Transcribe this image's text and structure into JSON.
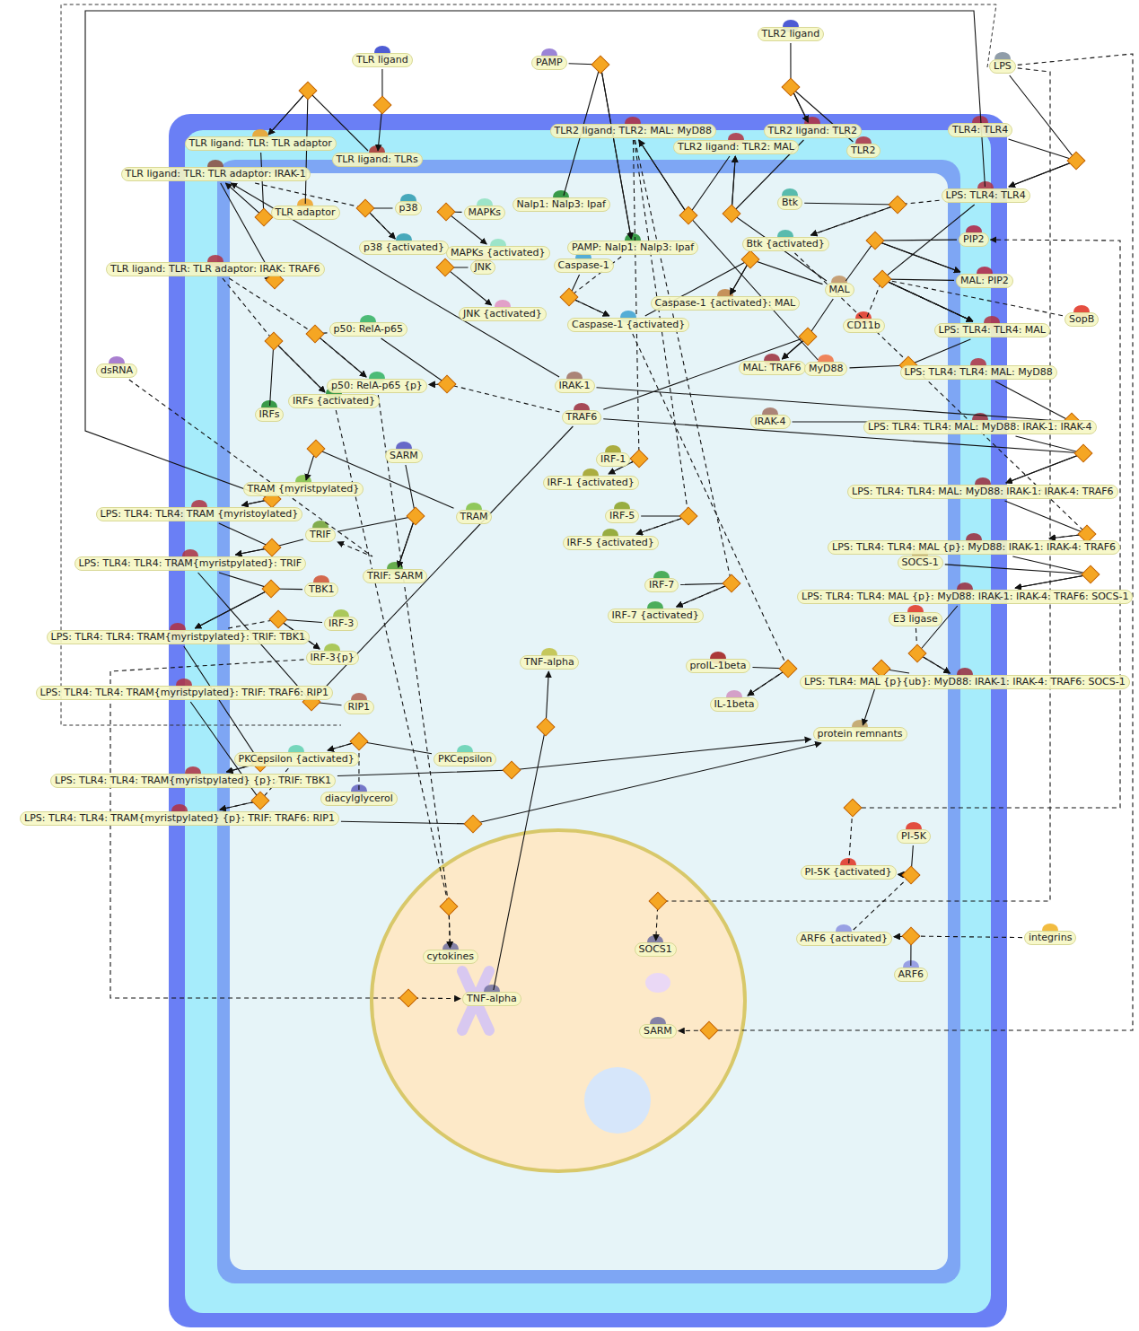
{
  "diagram": {
    "nodes": [
      {
        "text": [
          "TLR ligand"
        ]
      },
      {
        "text": [
          "PAMP"
        ]
      },
      {
        "text": [
          "TLR2 ligand"
        ]
      },
      {
        "text": [
          "LPS"
        ]
      },
      {
        "text": [
          "dsRNA"
        ]
      },
      {
        "text": [
          "integrins"
        ]
      },
      {
        "text": [
          "TLR ligand: TLR: TLR adaptor"
        ]
      },
      {
        "text": [
          "TLR ligand: TLRs"
        ]
      },
      {
        "text": [
          "TLR ligand: TLR: TLR adaptor: IRAK-1"
        ]
      },
      {
        "text": [
          "TLR adaptor"
        ]
      },
      {
        "text": [
          "p38"
        ]
      },
      {
        "text": [
          "MAPKs"
        ]
      },
      {
        "text": [
          "p38 {activated}"
        ]
      },
      {
        "text": [
          "MAPKs {activated}"
        ]
      },
      {
        "text": [
          "JNK"
        ]
      },
      {
        "text": [
          "JNK {activated}"
        ]
      },
      {
        "text": [
          "TLR ligand: TLR: TLR adaptor: IRAK: TRAF6"
        ]
      },
      {
        "text": [
          "Nalp1: Nalp3: Ipaf"
        ]
      },
      {
        "text": [
          "PAMP: Nalp1: Nalp3: Ipaf"
        ]
      },
      {
        "text": [
          "Caspase-1"
        ]
      },
      {
        "text": [
          "Caspase-1 {activated}"
        ]
      },
      {
        "text": [
          "Caspase-1 {activated}: MAL"
        ]
      },
      {
        "text": [
          "TLR2 ligand: TLR2: MAL: MyD88"
        ]
      },
      {
        "text": [
          "TLR2 ligand: TLR2: MAL"
        ]
      },
      {
        "text": [
          "TLR2 ligand: TLR2"
        ]
      },
      {
        "text": [
          "TLR2"
        ]
      },
      {
        "text": [
          "TLR4: TLR4"
        ]
      },
      {
        "text": [
          "LPS: TLR4: TLR4"
        ]
      },
      {
        "text": [
          "Btk"
        ]
      },
      {
        "text": [
          "Btk {activated}"
        ]
      },
      {
        "text": [
          "MAL"
        ]
      },
      {
        "text": [
          "PIP2"
        ]
      },
      {
        "text": [
          "MAL: PIP2"
        ]
      },
      {
        "text": [
          "SopB"
        ]
      },
      {
        "text": [
          "CD11b"
        ]
      },
      {
        "text": [
          "LPS: TLR4: TLR4: MAL"
        ]
      },
      {
        "text": [
          "MAL: TRAF6"
        ]
      },
      {
        "text": [
          "MyD88"
        ]
      },
      {
        "text": [
          "LPS: TLR4: TLR4: MAL: MyD88"
        ]
      },
      {
        "text": [
          "IRAK-1"
        ]
      },
      {
        "text": [
          "TRAF6"
        ]
      },
      {
        "text": [
          "IRAK-4"
        ]
      },
      {
        "text": [
          "LPS: TLR4: TLR4: MAL: MyD88: IRAK-1: IRAK-4"
        ]
      },
      {
        "text": [
          "LPS: TLR4: TLR4: MAL: MyD88: IRAK-1: IRAK-4: TRAF6"
        ]
      },
      {
        "text": [
          "LPS: TLR4: TLR4: MAL {p}: MyD88: IRAK-1: IRAK-4: TRAF6"
        ]
      },
      {
        "text": [
          "SOCS-1"
        ]
      },
      {
        "text": [
          "LPS: TLR4: TLR4: MAL {p}: MyD88: IRAK-1: IRAK-4: TRAF6: SOCS-1"
        ]
      },
      {
        "text": [
          "E3 ligase"
        ]
      },
      {
        "text": [
          "LPS: TLR4: MAL {p}{ub}: MyD88: IRAK-1: IRAK-4: TRAF6: SOCS-1"
        ]
      },
      {
        "text": [
          "IRF-1"
        ]
      },
      {
        "text": [
          "IRF-1 {activated}"
        ]
      },
      {
        "text": [
          "IRF-5"
        ]
      },
      {
        "text": [
          "IRF-5 {activated}"
        ]
      },
      {
        "text": [
          "IRF-7"
        ]
      },
      {
        "text": [
          "IRF-7 {activated}"
        ]
      },
      {
        "text": [
          "proIL-1beta"
        ]
      },
      {
        "text": [
          "IL-1beta"
        ]
      },
      {
        "text": [
          "protein remnants"
        ]
      },
      {
        "text": [
          "PI-5K"
        ]
      },
      {
        "text": [
          "PI-5K {activated}"
        ]
      },
      {
        "text": [
          "ARF6 {activated}"
        ]
      },
      {
        "text": [
          "ARF6"
        ]
      },
      {
        "text": [
          "p50: RelA-p65"
        ]
      },
      {
        "text": [
          "p50: RelA-p65 {p}"
        ]
      },
      {
        "text": [
          "IRFs"
        ]
      },
      {
        "text": [
          "IRFs {activated}"
        ]
      },
      {
        "text": [
          "SARM"
        ]
      },
      {
        "text": [
          "TRAM {myristpylated}"
        ]
      },
      {
        "text": [
          "LPS: TLR4: TLR4: TRAM {myristoylated}"
        ]
      },
      {
        "text": [
          "TRAM"
        ]
      },
      {
        "text": [
          "TRIF"
        ]
      },
      {
        "text": [
          "LPS: TLR4: TLR4: TRAM{myristpylated}: TRIF"
        ]
      },
      {
        "text": [
          "TRIF: SARM"
        ]
      },
      {
        "text": [
          "TBK1"
        ]
      },
      {
        "text": [
          "IRF-3"
        ]
      },
      {
        "text": [
          "LPS: TLR4: TLR4: TRAM{myristpylated}: TRIF: TBK1"
        ]
      },
      {
        "text": [
          "IRF-3{p}"
        ]
      },
      {
        "text": [
          "TNF-alpha"
        ]
      },
      {
        "text": [
          "RIP1"
        ]
      },
      {
        "text": [
          "LPS: TLR4: TLR4: TRAM{myristpylated}: TRIF: TRAF6: RIP1"
        ]
      },
      {
        "text": [
          "PKCepsilon {activated}"
        ]
      },
      {
        "text": [
          "PKCepsilon"
        ]
      },
      {
        "text": [
          "LPS: TLR4: TLR4: TRAM{myristpylated} {p}: TRIF: TBK1"
        ]
      },
      {
        "text": [
          "diacylglycerol"
        ]
      },
      {
        "text": [
          "LPS: TLR4: TLR4: TRAM{myristpylated} {p}: TRIF: TRAF6: RIP1"
        ]
      },
      {
        "text": [
          "cytokines"
        ]
      },
      {
        "text": [
          "TNF-alpha"
        ]
      },
      {
        "text": [
          "SOCS1"
        ]
      },
      {
        "text": [
          "SARM"
        ]
      }
    ],
    "edges": [
      {
        "from": 0,
        "to": 7,
        "arrow": "to"
      },
      {
        "from": 7,
        "to": 6,
        "arrow": "to"
      },
      {
        "from": 9,
        "to": 6,
        "arrow": "to"
      },
      {
        "from": 6,
        "to": 8,
        "arrow": "to"
      },
      {
        "from": 8,
        "to": 16,
        "arrow": "to"
      },
      {
        "from": 10,
        "to": 12,
        "arrow": "to"
      },
      {
        "from": 8,
        "to": 12,
        "arrow": "to"
      },
      {
        "from": 11,
        "to": 13,
        "arrow": "to"
      },
      {
        "from": 14,
        "to": 15,
        "arrow": "to"
      },
      {
        "from": 62,
        "to": 63,
        "arrow": "to"
      },
      {
        "from": 16,
        "to": 63,
        "arrow": "to"
      },
      {
        "from": 64,
        "to": 65,
        "arrow": "to"
      },
      {
        "from": 16,
        "to": 65,
        "arrow": "to"
      },
      {
        "from": 62,
        "to": 63,
        "arrow": "to"
      },
      {
        "from": 40,
        "to": 63,
        "arrow": "to"
      },
      {
        "from": 1,
        "to": 18,
        "arrow": "to"
      },
      {
        "from": 17,
        "to": 18,
        "arrow": "to"
      },
      {
        "from": 19,
        "to": 20,
        "arrow": "to"
      },
      {
        "from": 18,
        "to": 20,
        "arrow": "to"
      },
      {
        "from": 20,
        "to": 21,
        "arrow": "to"
      },
      {
        "from": 30,
        "to": 21,
        "arrow": "to"
      },
      {
        "from": 2,
        "to": 24,
        "arrow": "to"
      },
      {
        "from": 25,
        "to": 24,
        "arrow": "to"
      },
      {
        "from": 24,
        "to": 23,
        "arrow": "to"
      },
      {
        "from": 30,
        "to": 23,
        "arrow": "to"
      },
      {
        "from": 23,
        "to": 22,
        "arrow": "to"
      },
      {
        "from": 37,
        "to": 22,
        "arrow": "to"
      },
      {
        "from": 3,
        "to": 27,
        "arrow": "to"
      },
      {
        "from": 26,
        "to": 27,
        "arrow": "to"
      },
      {
        "from": 28,
        "to": 29,
        "arrow": "to"
      },
      {
        "from": 27,
        "to": 29,
        "arrow": "to"
      },
      {
        "from": 31,
        "to": 32,
        "arrow": "to"
      },
      {
        "from": 30,
        "to": 32,
        "arrow": "to"
      },
      {
        "from": 32,
        "to": 35,
        "arrow": "to"
      },
      {
        "from": 27,
        "to": 35,
        "arrow": "to"
      },
      {
        "from": 33,
        "to": 35,
        "arrow": "to"
      },
      {
        "from": 34,
        "to": 35,
        "arrow": "to"
      },
      {
        "from": 35,
        "to": 38,
        "arrow": "to"
      },
      {
        "from": 37,
        "to": 38,
        "arrow": "to"
      },
      {
        "from": 38,
        "to": 42,
        "arrow": "to"
      },
      {
        "from": 39,
        "to": 42,
        "arrow": "to"
      },
      {
        "from": 41,
        "to": 42,
        "arrow": "to"
      },
      {
        "from": 42,
        "to": 43,
        "arrow": "to"
      },
      {
        "from": 40,
        "to": 43,
        "arrow": "to"
      },
      {
        "from": 43,
        "to": 44,
        "arrow": "to"
      },
      {
        "from": 29,
        "to": 44,
        "arrow": "to"
      },
      {
        "from": 44,
        "to": 46,
        "arrow": "to"
      },
      {
        "from": 45,
        "to": 46,
        "arrow": "to"
      },
      {
        "from": 46,
        "to": 48,
        "arrow": "to"
      },
      {
        "from": 47,
        "to": 48,
        "arrow": "to"
      },
      {
        "from": 48,
        "to": 57,
        "arrow": "to"
      },
      {
        "from": 55,
        "to": 56,
        "arrow": "to"
      },
      {
        "from": 20,
        "to": 56,
        "arrow": "to"
      },
      {
        "from": 49,
        "to": 50,
        "arrow": "to"
      },
      {
        "from": 22,
        "to": 50,
        "arrow": "to"
      },
      {
        "from": 51,
        "to": 52,
        "arrow": "to"
      },
      {
        "from": 22,
        "to": 52,
        "arrow": "to"
      },
      {
        "from": 53,
        "to": 54,
        "arrow": "to"
      },
      {
        "from": 22,
        "to": 54,
        "arrow": "to"
      },
      {
        "from": 69,
        "to": 67,
        "arrow": "to"
      },
      {
        "from": 67,
        "to": 68,
        "arrow": "to"
      },
      {
        "from": 27,
        "to": 68,
        "arrow": "to"
      },
      {
        "from": 68,
        "to": 71,
        "arrow": "to"
      },
      {
        "from": 70,
        "to": 71,
        "arrow": "to"
      },
      {
        "from": 70,
        "to": 72,
        "arrow": "to"
      },
      {
        "from": 66,
        "to": 72,
        "arrow": "to"
      },
      {
        "from": 71,
        "to": 75,
        "arrow": "to"
      },
      {
        "from": 73,
        "to": 75,
        "arrow": "to"
      },
      {
        "from": 74,
        "to": 76,
        "arrow": "to"
      },
      {
        "from": 75,
        "to": 76,
        "arrow": "to"
      },
      {
        "from": 71,
        "to": 79,
        "arrow": "to"
      },
      {
        "from": 78,
        "to": 79,
        "arrow": "to"
      },
      {
        "from": 40,
        "to": 79,
        "arrow": "to"
      },
      {
        "from": 81,
        "to": 80,
        "arrow": "to"
      },
      {
        "from": 83,
        "to": 80,
        "arrow": "to"
      },
      {
        "from": 75,
        "to": 82,
        "arrow": "to"
      },
      {
        "from": 80,
        "to": 82,
        "arrow": "to"
      },
      {
        "from": 79,
        "to": 84,
        "arrow": "to"
      },
      {
        "from": 80,
        "to": 84,
        "arrow": "to"
      },
      {
        "from": 84,
        "to": 57,
        "arrow": "to"
      },
      {
        "from": 82,
        "to": 57,
        "arrow": "to"
      },
      {
        "from": 86,
        "to": 77,
        "arrow": "to"
      },
      {
        "from": 65,
        "to": 85,
        "arrow": "to"
      },
      {
        "from": 63,
        "to": 85,
        "arrow": "to"
      },
      {
        "from": 76,
        "to": 86,
        "arrow": "to"
      },
      {
        "from": 3,
        "to": 87,
        "arrow": "to"
      },
      {
        "from": 3,
        "to": 88,
        "arrow": "to"
      },
      {
        "from": 58,
        "to": 59,
        "arrow": "to"
      },
      {
        "from": 60,
        "to": 59,
        "arrow": "to"
      },
      {
        "from": 61,
        "to": 60,
        "arrow": "to"
      },
      {
        "from": 5,
        "to": 60,
        "arrow": "to"
      },
      {
        "from": 59,
        "to": 31,
        "arrow": "to"
      },
      {
        "from": 4,
        "to": 70,
        "arrow": "to"
      },
      {
        "from": 30,
        "to": 36,
        "arrow": "to"
      },
      {
        "from": 40,
        "to": 36,
        "arrow": "to"
      },
      {
        "from": 39,
        "to": 8,
        "arrow": "to"
      }
    ]
  }
}
